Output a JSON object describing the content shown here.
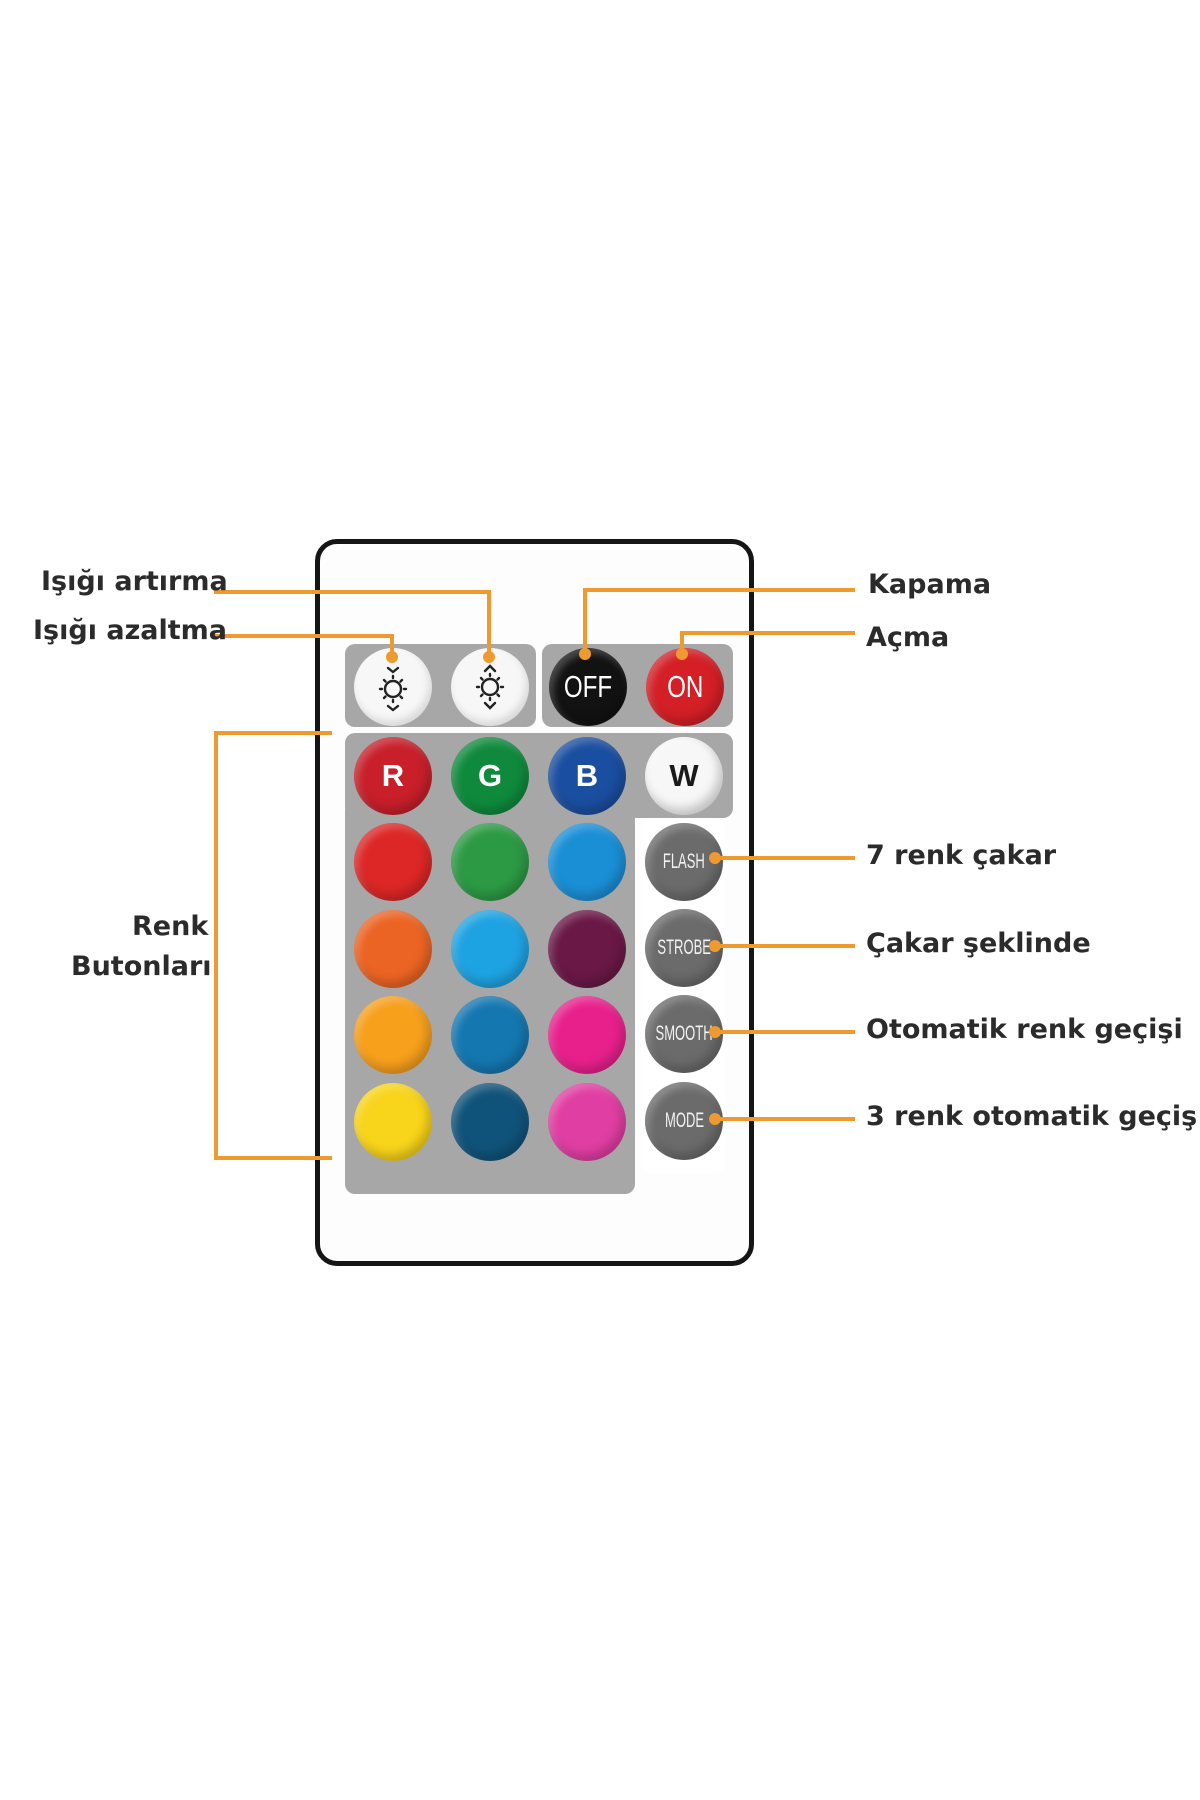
{
  "labels": {
    "brightness_up": "Işığı artırma",
    "brightness_down": "Işığı azaltma",
    "off": "Kapama",
    "on": "Açma",
    "color_buttons_line1": "Renk",
    "color_buttons_line2": "Butonları",
    "flash": "7 renk çakar",
    "strobe": "Çakar şeklinde",
    "smooth": "Otomatik renk geçişi",
    "mode": "3 renk otomatik geçiş"
  },
  "buttons": {
    "off": "OFF",
    "on": "ON",
    "r": "R",
    "g": "G",
    "b": "B",
    "w": "W",
    "flash": "FLASH",
    "strobe": "STROBE",
    "smooth": "SMOOTH",
    "mode": "MODE"
  },
  "colors": {
    "callout_line": "#ee9a2e",
    "panel": "#a7a7a7",
    "grid": [
      [
        "#dc2726",
        "#2c9a44",
        "#1a8fd6"
      ],
      [
        "#ec6424",
        "#1ea3e2",
        "#6a1846"
      ],
      [
        "#f6a01c",
        "#1477b0",
        "#e8208c"
      ],
      [
        "#f8d41a",
        "#10537a",
        "#e03ea2"
      ]
    ]
  }
}
